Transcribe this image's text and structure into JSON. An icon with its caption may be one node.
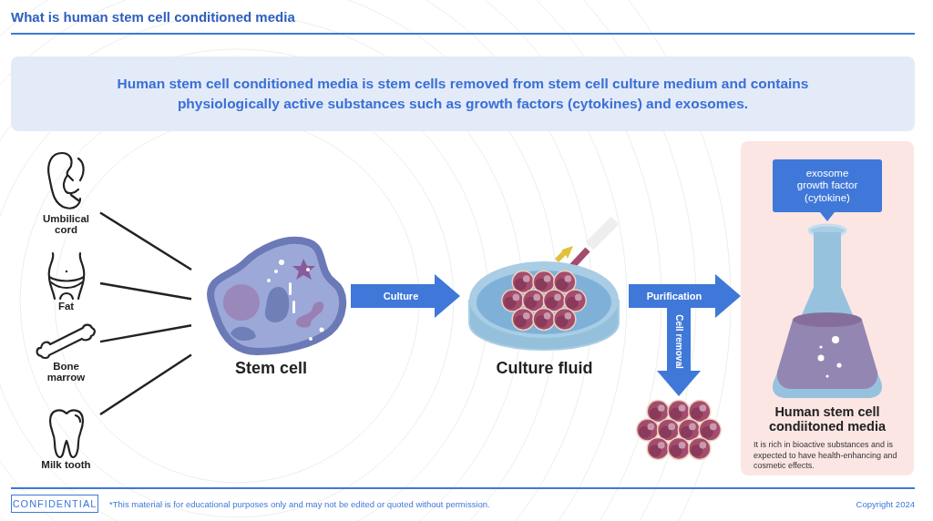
{
  "diagram": {
    "title": "What is human stem cell conditioned media",
    "nodes": [
      {
        "text": [
          "Human stem cell conditioned media is stem cells removed from stem cell culture medium and contains physiologically active substances such as growth factors (cytokines) and exosomes."
        ]
      },
      {
        "text": [
          "Umbilical cord"
        ]
      },
      {
        "text": [
          "Fat"
        ]
      },
      {
        "text": [
          "Bone marrow"
        ]
      },
      {
        "text": [
          "Milk tooth"
        ]
      },
      {
        "text": [
          "Stem cell"
        ]
      },
      {
        "text": [
          "Culture fluid"
        ]
      },
      {
        "text": [
          "Human stem cell condiitoned media",
          "It is rich in bioactive substances and is expected to have health-enhancing and cosmetic effects."
        ]
      },
      {
        "text": [
          "exosome growth factor (cytokine)"
        ],
        "in": 7
      },
      {
        "text": [],
        "shape": "picture"
      },
      {
        "text": [
          "CONFIDENTIAL"
        ]
      }
    ],
    "edges": [
      {
        "from": 1,
        "to": 5,
        "arrow": "none"
      },
      {
        "from": 2,
        "to": 5,
        "arrow": "none"
      },
      {
        "from": 3,
        "to": 5,
        "arrow": "none"
      },
      {
        "from": 4,
        "to": 5,
        "arrow": "none"
      },
      {
        "from": 5,
        "to": 6,
        "arrow": "to",
        "label": "Culture",
        "style": "thick",
        "color": "#3f78d8"
      },
      {
        "from": 6,
        "to": 7,
        "arrow": "to",
        "label": "Purification",
        "style": "thick",
        "color": "#3f78d8"
      },
      {
        "from": 6,
        "to": 9,
        "arrow": "to",
        "label": "Cell removal",
        "style": "thick",
        "color": "#3f78d8"
      }
    ],
    "labels": [
      "*This material is for educational purposes only and may not be edited or quoted without permission.",
      "Copyright 2024"
    ]
  }
}
